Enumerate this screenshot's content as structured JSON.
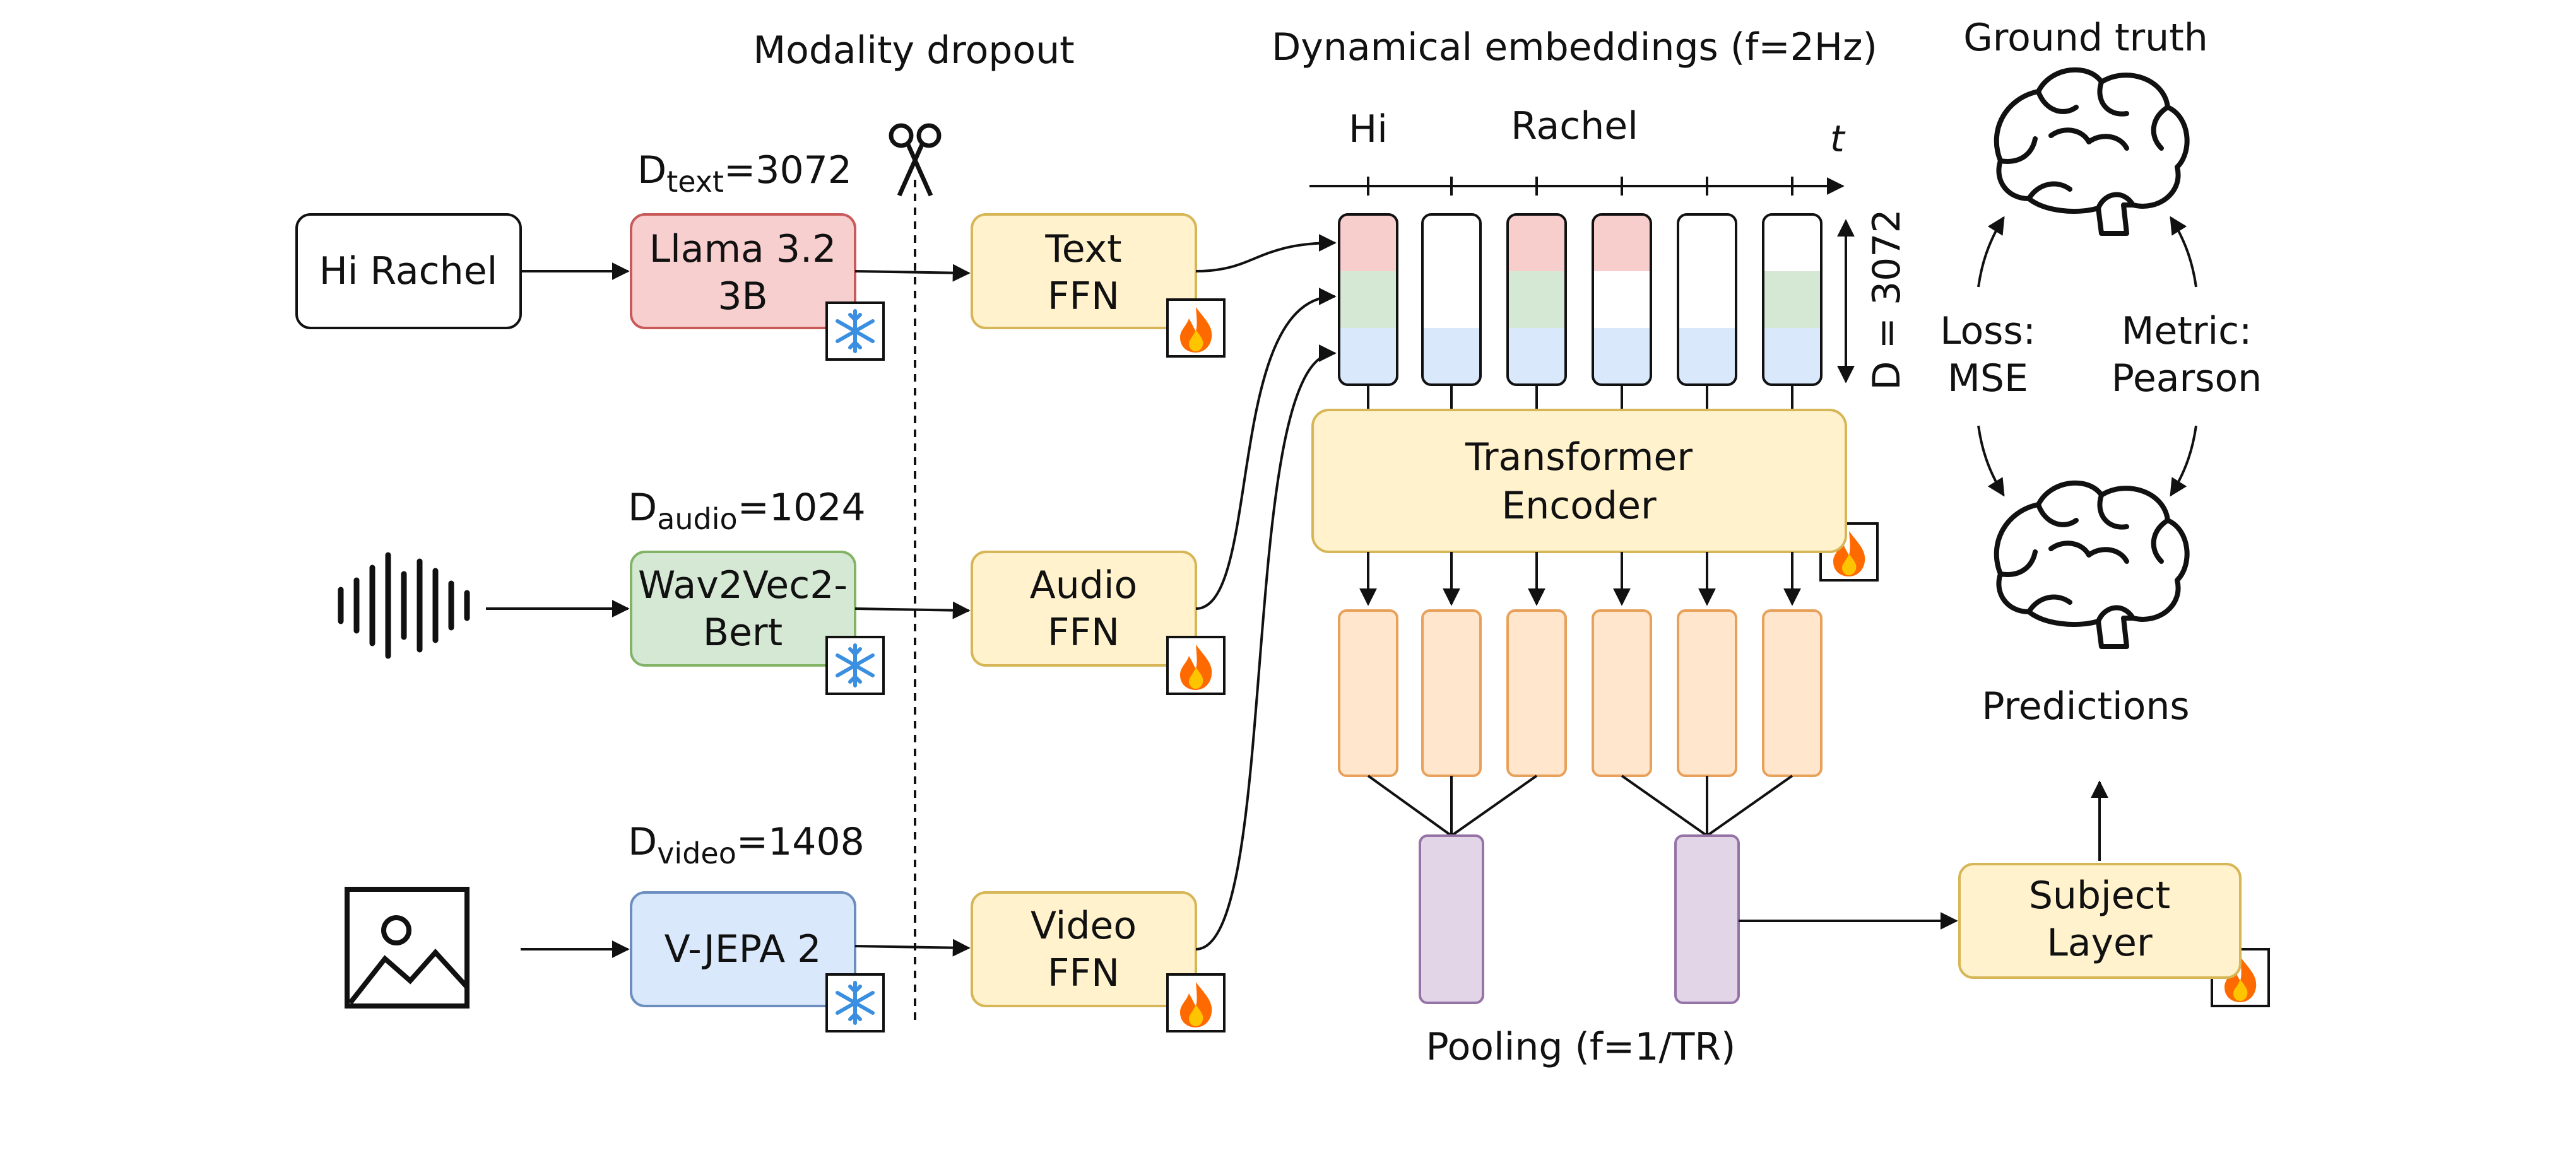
{
  "input_text": "Hi Rachel",
  "modality_dropout": "Modality dropout",
  "dims": {
    "text": {
      "prefix": "D",
      "sub": "text",
      "value": "=3072"
    },
    "audio": {
      "prefix": "D",
      "sub": "audio",
      "value": "=1024"
    },
    "video": {
      "prefix": "D",
      "sub": "video",
      "value": "=1408"
    }
  },
  "encoders": {
    "text": [
      "Llama 3.2",
      "3B"
    ],
    "audio": [
      "Wav2Vec2-",
      "Bert"
    ],
    "video": [
      "V-JEPA 2"
    ]
  },
  "ffns": {
    "text": [
      "Text",
      "FFN"
    ],
    "audio": [
      "Audio",
      "FFN"
    ],
    "video": [
      "Video",
      "FFN"
    ]
  },
  "embeddings": {
    "title": "Dynamical embeddings (f=2Hz)",
    "time_labels": [
      "Hi",
      "Rachel"
    ],
    "time_axis": "t",
    "depth_label": "D = 3072",
    "cells": [
      {
        "top_colored": true
      },
      {
        "top_colored": false
      },
      {
        "top_colored": true
      },
      {
        "top_colored": true
      },
      {
        "top_colored": false
      },
      {
        "top_colored": false
      }
    ]
  },
  "transformer": [
    "Transformer",
    "Encoder"
  ],
  "pooling_label": "Pooling (f=1/TR)",
  "subject_layer": [
    "Subject",
    "Layer"
  ],
  "ground_truth": "Ground truth",
  "predictions": "Predictions",
  "loss": [
    "Loss:",
    "MSE"
  ],
  "metric": [
    "Metric:",
    "Pearson"
  ],
  "icons": {
    "frozen": "snowflake-icon",
    "trainable": "flame-icon",
    "cut": "scissors-icon",
    "audio": "waveform-icon",
    "video": "image-icon",
    "brain": "brain-icon"
  },
  "colors": {
    "text_encoder": "#f8cfcf",
    "audio_encoder": "#d5e8d4",
    "video_encoder": "#dae8fc",
    "ffn": "#fff2cc",
    "ffn_stroke": "#d6b656",
    "token_red": "#f8cecc",
    "token_green": "#d5e8d4",
    "token_blue": "#dae8fc",
    "output_orange": "#ffe6cc",
    "pool_purple": "#e1d5e7"
  }
}
